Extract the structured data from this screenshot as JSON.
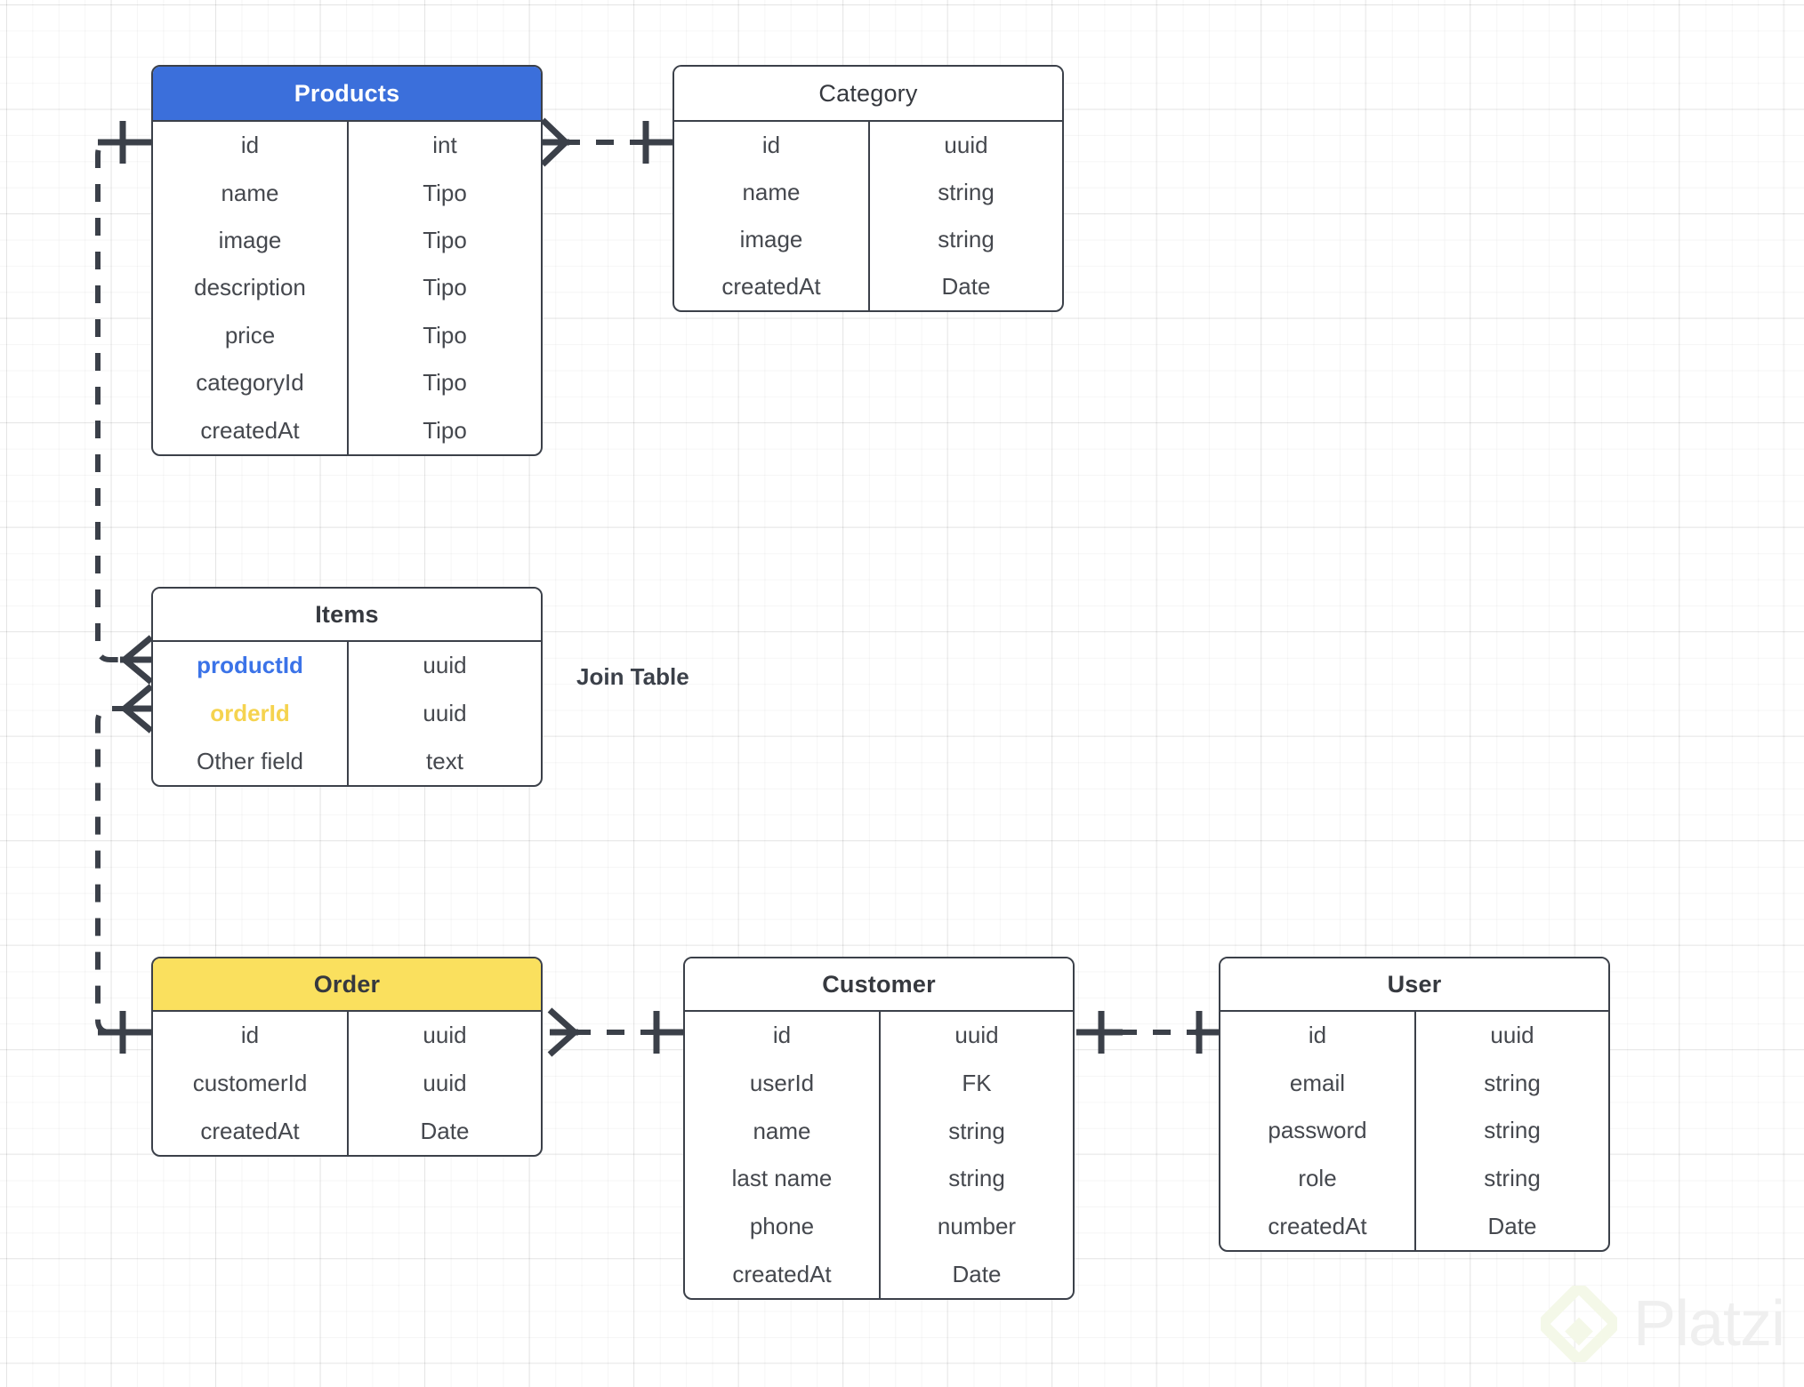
{
  "diagram": {
    "title_label": "Join Table",
    "watermark": {
      "text": "Platzi",
      "logo_icon": "platzi-diamond-icon"
    },
    "colors": {
      "products_header_bg": "#3b6fdb",
      "products_header_text": "#ffffff",
      "order_header_bg": "#fae05e",
      "order_header_text": "#3b4049",
      "default_header_bg": "#ffffff",
      "default_text": "#45484e",
      "border": "#3b4049",
      "accent_blue": "#3b73e8",
      "accent_yellow": "#f5d34f",
      "grid_line": "#e8e8e8"
    }
  },
  "entities": {
    "products": {
      "name": "Products",
      "header_style": "filled-blue",
      "fields": [
        {
          "name": "id",
          "type": "int",
          "accent": "none"
        },
        {
          "name": "name",
          "type": "Tipo",
          "accent": "none"
        },
        {
          "name": "image",
          "type": "Tipo",
          "accent": "none"
        },
        {
          "name": "description",
          "type": "Tipo",
          "accent": "none"
        },
        {
          "name": "price",
          "type": "Tipo",
          "accent": "none"
        },
        {
          "name": "categoryId",
          "type": "Tipo",
          "accent": "none"
        },
        {
          "name": "createdAt",
          "type": "Tipo",
          "accent": "none"
        }
      ]
    },
    "category": {
      "name": "Category",
      "header_style": "plain",
      "fields": [
        {
          "name": "id",
          "type": "uuid",
          "accent": "none"
        },
        {
          "name": "name",
          "type": "string",
          "accent": "none"
        },
        {
          "name": "image",
          "type": "string",
          "accent": "none"
        },
        {
          "name": "createdAt",
          "type": "Date",
          "accent": "none"
        }
      ]
    },
    "items": {
      "name": "Items",
      "header_style": "bold",
      "fields": [
        {
          "name": "productId",
          "type": "uuid",
          "accent": "blue"
        },
        {
          "name": "orderId",
          "type": "uuid",
          "accent": "yellow"
        },
        {
          "name": "Other field",
          "type": "text",
          "accent": "none"
        }
      ]
    },
    "order": {
      "name": "Order",
      "header_style": "filled-yellow",
      "fields": [
        {
          "name": "id",
          "type": "uuid",
          "accent": "none"
        },
        {
          "name": "customerId",
          "type": "uuid",
          "accent": "none"
        },
        {
          "name": "createdAt",
          "type": "Date",
          "accent": "none"
        }
      ]
    },
    "customer": {
      "name": "Customer",
      "header_style": "bold",
      "fields": [
        {
          "name": "id",
          "type": "uuid",
          "accent": "none"
        },
        {
          "name": "userId",
          "type": "FK",
          "accent": "none"
        },
        {
          "name": "name",
          "type": "string",
          "accent": "none"
        },
        {
          "name": "last name",
          "type": "string",
          "accent": "none"
        },
        {
          "name": "phone",
          "type": "number",
          "accent": "none"
        },
        {
          "name": "createdAt",
          "type": "Date",
          "accent": "none"
        }
      ]
    },
    "user": {
      "name": "User",
      "header_style": "bold",
      "fields": [
        {
          "name": "id",
          "type": "uuid",
          "accent": "none"
        },
        {
          "name": "email",
          "type": "string",
          "accent": "none"
        },
        {
          "name": "password",
          "type": "string",
          "accent": "none"
        },
        {
          "name": "role",
          "type": "string",
          "accent": "none"
        },
        {
          "name": "createdAt",
          "type": "Date",
          "accent": "none"
        }
      ]
    }
  },
  "relationships": [
    {
      "id": "products-category",
      "from": "products",
      "to": "category",
      "from_marker": "crows-foot",
      "to_marker": "one-bar"
    },
    {
      "id": "products-items",
      "from": "products",
      "to": "items",
      "from_marker": "one-bar",
      "to_marker": "crows-foot"
    },
    {
      "id": "items-order",
      "from": "items",
      "to": "order",
      "from_marker": "crows-foot",
      "to_marker": "one-bar"
    },
    {
      "id": "order-customer",
      "from": "order",
      "to": "customer",
      "from_marker": "crows-foot",
      "to_marker": "one-bar"
    },
    {
      "id": "customer-user",
      "from": "customer",
      "to": "user",
      "from_marker": "one-bar",
      "to_marker": "one-bar"
    }
  ]
}
